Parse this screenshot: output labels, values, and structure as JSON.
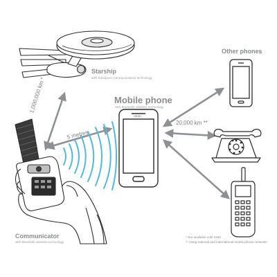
{
  "labels": {
    "other_phones": "Other phones",
    "starship_title": "Starship",
    "starship_sub": "with Subspace communications technology",
    "mobile_title": "Mobile phone",
    "mobile_sub": "with Bluetooth wireless technology",
    "communicator_title": "Communicator",
    "communicator_sub": "with Bluetooth wireless technology",
    "phone_screen_label": "HIHIH"
  },
  "distances": {
    "starship_to_communicator": "1,000,000 km *",
    "communicator_to_mobile": "5 metres",
    "mobile_to_other": "20,000 km **"
  },
  "footnotes": {
    "note1": "*  Not available until 2260",
    "note2": "**  Using national and international mobile phone networks"
  },
  "colors": {
    "arrow": "#8e9194",
    "signal": "#53b7de",
    "text": "#8a8d90",
    "outline": "#2b2b2b"
  },
  "icons": [
    "starship-icon",
    "smartphone-icon",
    "rotary-phone-icon",
    "cordless-phone-icon",
    "communicator-icon",
    "hand-icon",
    "wireless-signal-icon"
  ]
}
